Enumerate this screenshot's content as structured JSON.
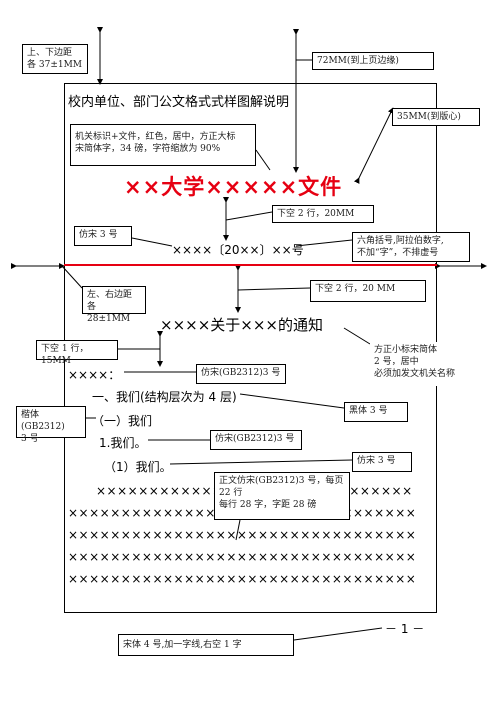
{
  "document": {
    "header_title": "校内单位、部门公文格式式样图解说明",
    "issuer_mark": "××大学×××××文件",
    "doc_number": "××××〔20××〕××号",
    "notice_title": "××××关于×××的通知",
    "addressee": "××××：",
    "level1": "一、我们(结构层次为 4 层)",
    "level2": "（一）我们",
    "level3": "1.我们。",
    "level4": "（1）我们。",
    "body_lines": [
      "××××××××××××××××××××××××××××××",
      "×××××××××××××××××××××××××××××××××",
      "×××××××××××××××××××××××××××××××××",
      "×××××××××××××××××××××××××××××××××",
      "×××××××××××××××××××××××××××××××××"
    ],
    "page_number": "－ 1 －"
  },
  "callouts": {
    "top_bottom_margin": [
      "上、下边距",
      "各 37±1MM"
    ],
    "top_edge_72": "72MM(到上页边缘)",
    "to_body_35": "35MM(到版心)",
    "issuer_note": [
      "机关标识+文件，红色，居中，方正大标",
      "宋简体字，34 磅，字符缩放为 90%"
    ],
    "blank_2_20": "下空 2 行，20MM",
    "fangsong_3": "仿宋 3 号",
    "hex_brackets": [
      "六角括号,阿拉伯数字,",
      "不加“字”，不排虚号"
    ],
    "left_right_margin": [
      "左、右边距",
      "各 28±1MM"
    ],
    "blank_2_20b": "下空 2 行，20 MM",
    "title_font": [
      "方正小标宋简体",
      "2 号，居中",
      "必须加发文机关名称"
    ],
    "blank_1_15": "下空 1 行，15MM",
    "fangsong_gb_3a": "仿宋(GB2312)3 号",
    "heiti_3": "黑体 3 号",
    "kaiti_3": [
      "楷体(GB2312)",
      "3 号"
    ],
    "fangsong_gb_3b": "仿宋(GB2312)3 号",
    "fangsong_3b": "仿宋 3 号",
    "body_font": [
      "正文仿宋(GB2312)3 号，每页",
      "22 行",
      "每行 28 字，字距 28 磅"
    ],
    "page_num_note": "宋体 4 号,加一字线,右空 1 字"
  }
}
